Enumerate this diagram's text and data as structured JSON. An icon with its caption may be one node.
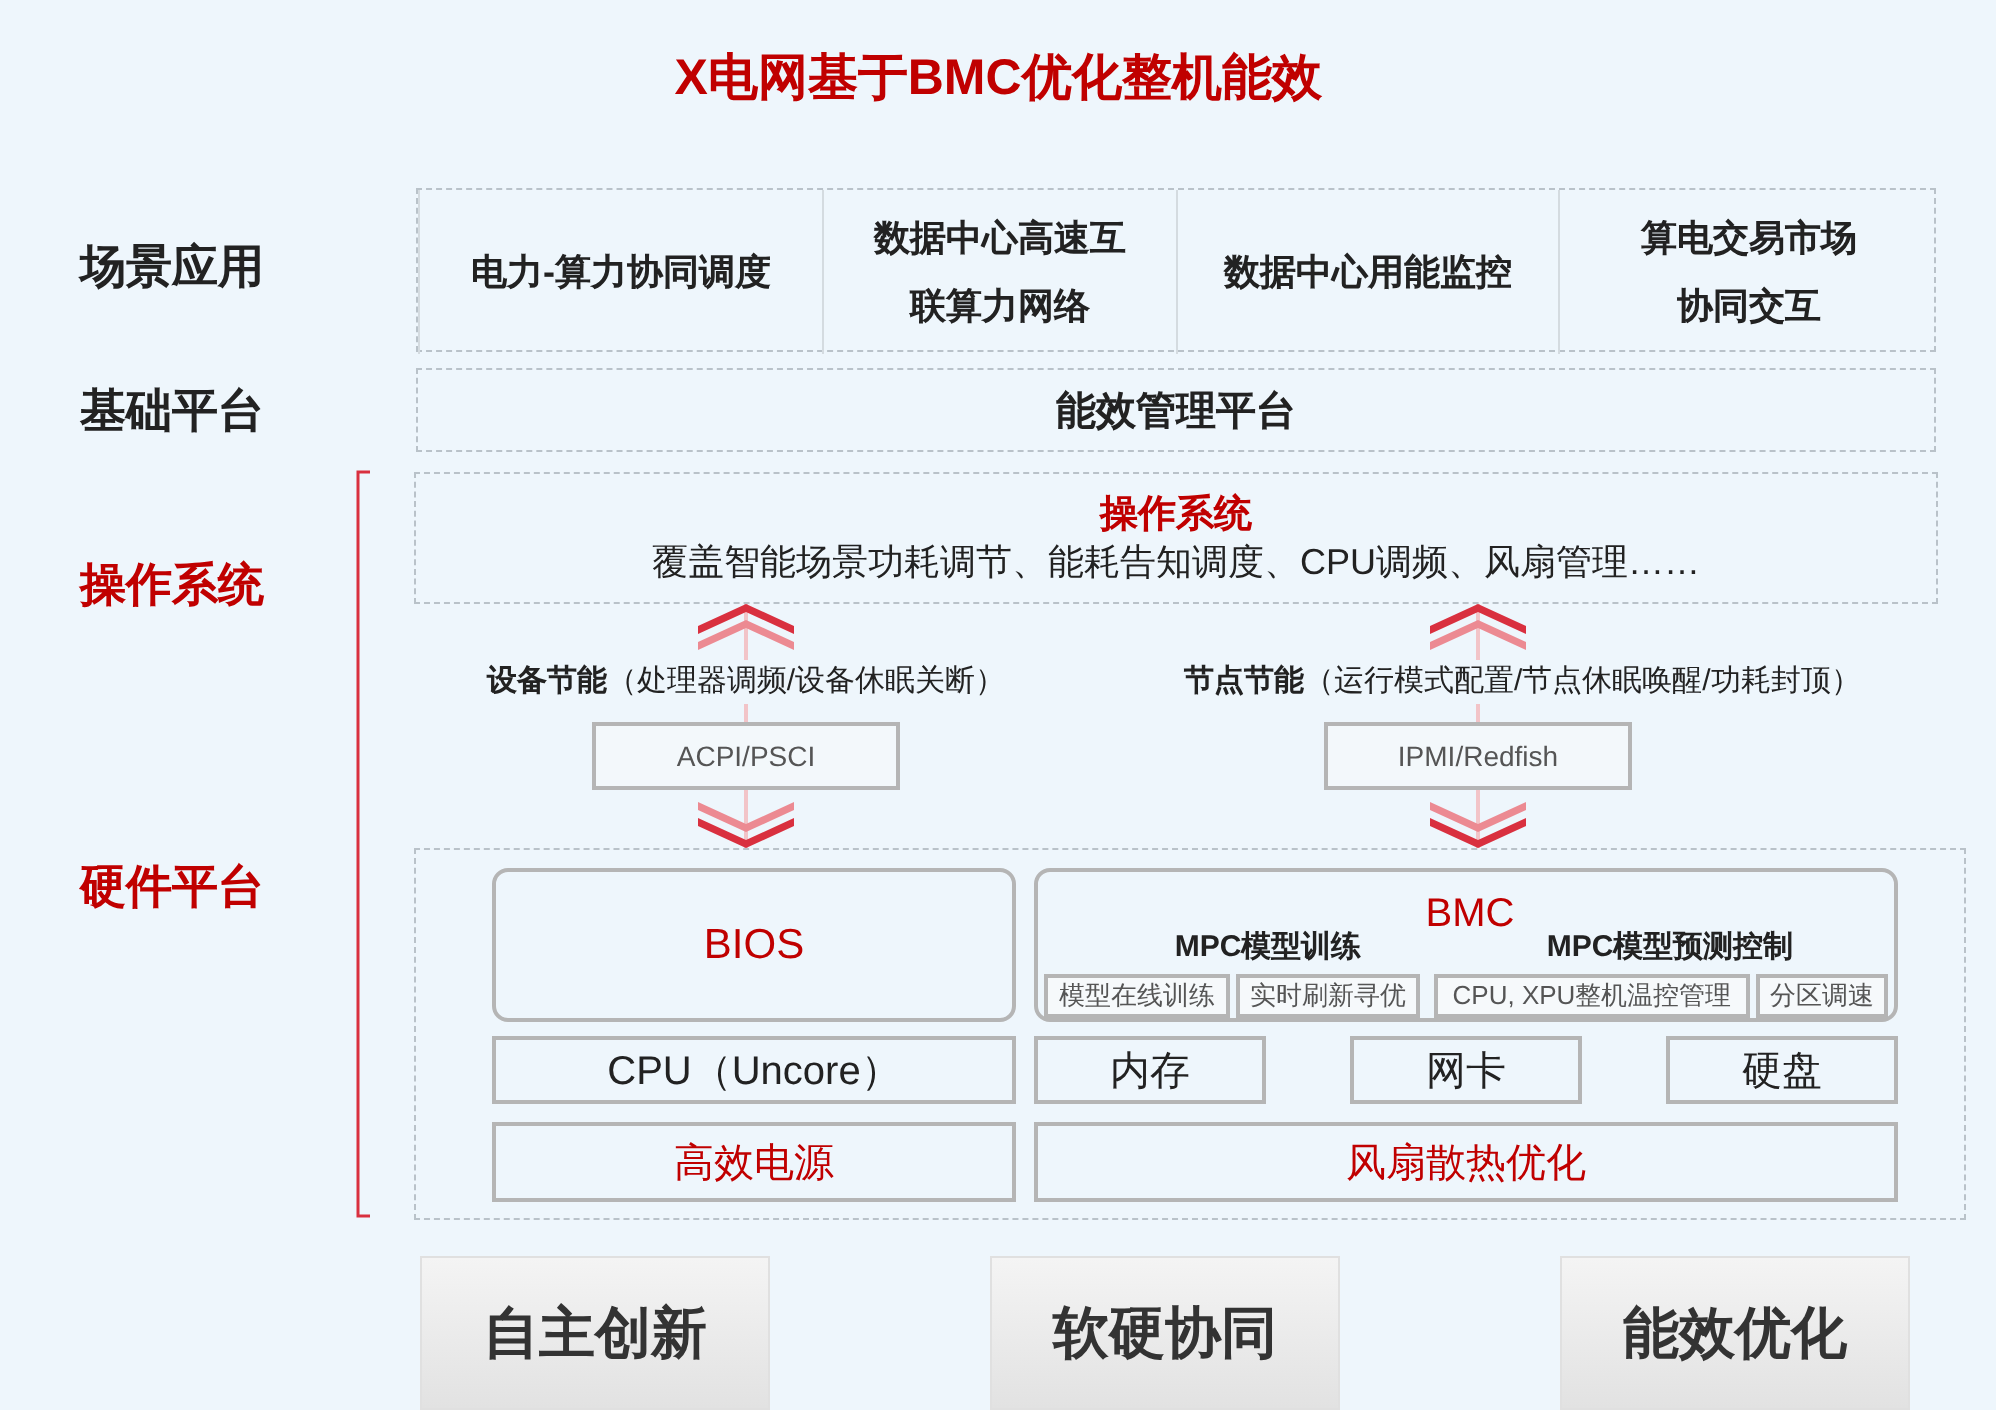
{
  "diagram": {
    "title": "X电网基于BMC优化整机能效",
    "nodes": [
      {
        "text": [],
        "shape": "box"
      },
      {
        "text": [
          "电力-算力协同调度"
        ],
        "in": 0
      },
      {
        "text": [
          "数据中心高速互联算力网络"
        ],
        "in": 0
      },
      {
        "text": [
          "数据中心用能监控"
        ],
        "in": 0
      },
      {
        "text": [
          "算电交易市场协同交互"
        ],
        "in": 0
      },
      {
        "text": [
          "能效管理平台"
        ]
      },
      {
        "text": [
          "操作系统",
          "覆盖智能场景功耗调节、能耗告知调度、CPU调频、风扇管理……"
        ]
      },
      {
        "text": [
          "ACPI/PSCI"
        ],
        "beside": [
          "**设备节能**（处理器调频/设备休眠关断）"
        ]
      },
      {
        "text": [
          "IPMI/Redfish"
        ],
        "beside": [
          "**节点节能**（运行模式配置/节点休眠唤醒/功耗封顶）"
        ]
      },
      {
        "text": [],
        "shape": "box"
      },
      {
        "text": [
          "BIOS"
        ],
        "in": 9
      },
      {
        "text": [
          "BMC",
          "MPC模型训练",
          "MPC模型预测控制"
        ],
        "in": 9
      },
      {
        "text": [
          "模型在线训练"
        ],
        "in": 11
      },
      {
        "text": [
          "实时刷新寻优"
        ],
        "in": 11
      },
      {
        "text": [
          "CPU, XPU整机温控管理"
        ],
        "in": 11
      },
      {
        "text": [
          "分区调速"
        ],
        "in": 11
      },
      {
        "text": [
          "CPU（Uncore）"
        ],
        "in": 9
      },
      {
        "text": [
          "内存"
        ],
        "in": 9
      },
      {
        "text": [
          "网卡"
        ],
        "in": 9
      },
      {
        "text": [
          "硬盘"
        ],
        "in": 9
      },
      {
        "text": [
          "高效电源"
        ],
        "in": 9
      },
      {
        "text": [
          "风扇散热优化"
        ],
        "in": 9
      },
      {
        "text": [
          "自主创新"
        ]
      },
      {
        "text": [
          "软硬协同"
        ]
      },
      {
        "text": [
          "能效优化"
        ]
      }
    ],
    "edges": [
      {
        "from": 7,
        "to": 6,
        "arrow": "to"
      },
      {
        "from": 7,
        "to": 9,
        "arrow": "to"
      },
      {
        "from": 8,
        "to": 6,
        "arrow": "to"
      },
      {
        "from": 8,
        "to": 9,
        "arrow": "to"
      }
    ],
    "labels": [
      "场景应用",
      "基础平台",
      "操作系统",
      "硬件平台"
    ]
  }
}
